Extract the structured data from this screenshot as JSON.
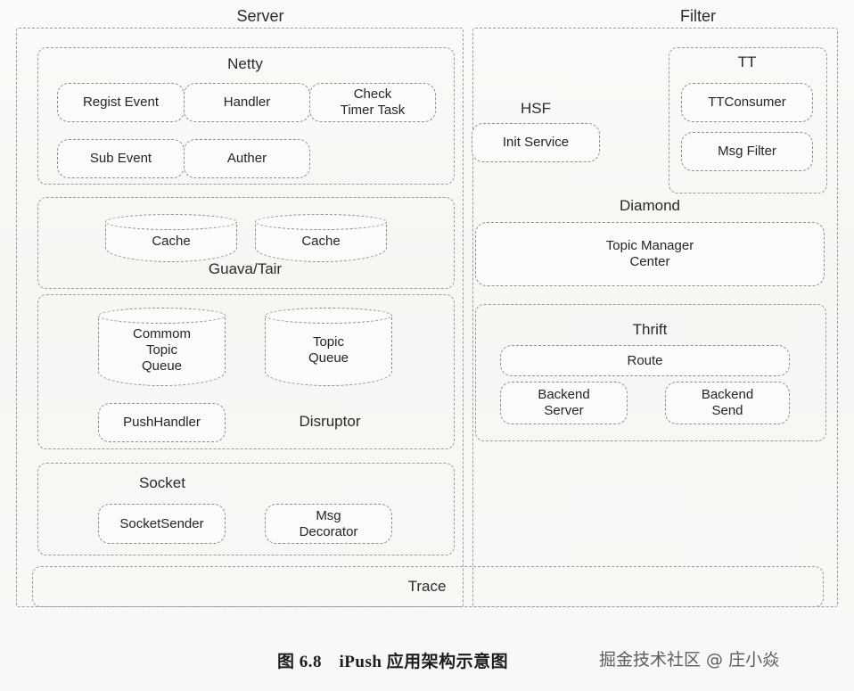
{
  "figure": {
    "caption": "图 6.8　iPush 应用架构示意图",
    "watermark": "掘金技术社区 @ 庄小焱",
    "background_color": "#faf9f7",
    "line_color": "#9b9b9b",
    "text_color": "#252525"
  },
  "diagram": {
    "type": "architecture-block-diagram",
    "outer_groups": [
      {
        "id": "server",
        "label": "Server"
      },
      {
        "id": "filter",
        "label": "Filter"
      }
    ],
    "server": {
      "label": "Server",
      "groups": [
        {
          "id": "netty",
          "label": "Netty",
          "nodes": [
            {
              "label": "Regist Event"
            },
            {
              "label": "Handler"
            },
            {
              "label": "Check\nTimer Task"
            },
            {
              "label": "Sub Event"
            },
            {
              "label": "Auther"
            }
          ]
        },
        {
          "id": "guava-tair",
          "label": "Guava/Tair",
          "nodes": [
            {
              "label": "Cache",
              "shape": "cylinder"
            },
            {
              "label": "Cache",
              "shape": "cylinder"
            }
          ]
        },
        {
          "id": "disruptor",
          "label": "Disruptor",
          "nodes": [
            {
              "label": "Commom\nTopic\nQueue",
              "shape": "cylinder"
            },
            {
              "label": "Topic\nQueue",
              "shape": "cylinder"
            },
            {
              "label": "PushHandler",
              "shape": "box"
            }
          ]
        },
        {
          "id": "socket",
          "label": "Socket",
          "nodes": [
            {
              "label": "SocketSender"
            },
            {
              "label": "Msg\nDecorator"
            }
          ]
        }
      ]
    },
    "middle": {
      "hsf": {
        "label": "HSF",
        "nodes": [
          {
            "label": "Init Service"
          }
        ]
      }
    },
    "filter": {
      "label": "Filter",
      "groups": [
        {
          "id": "tt",
          "label": "TT",
          "nodes": [
            {
              "label": "TTConsumer"
            },
            {
              "label": "Msg Filter"
            }
          ]
        },
        {
          "id": "diamond",
          "label": "Diamond",
          "nodes": [
            {
              "label": "Topic Manager\nCenter"
            }
          ]
        },
        {
          "id": "thrift",
          "label": "Thrift",
          "nodes": [
            {
              "label": "Route"
            },
            {
              "label": "Backend\nServer"
            },
            {
              "label": "Backend\nSend"
            }
          ]
        }
      ]
    },
    "footer": {
      "trace": {
        "label": "Trace"
      }
    }
  }
}
